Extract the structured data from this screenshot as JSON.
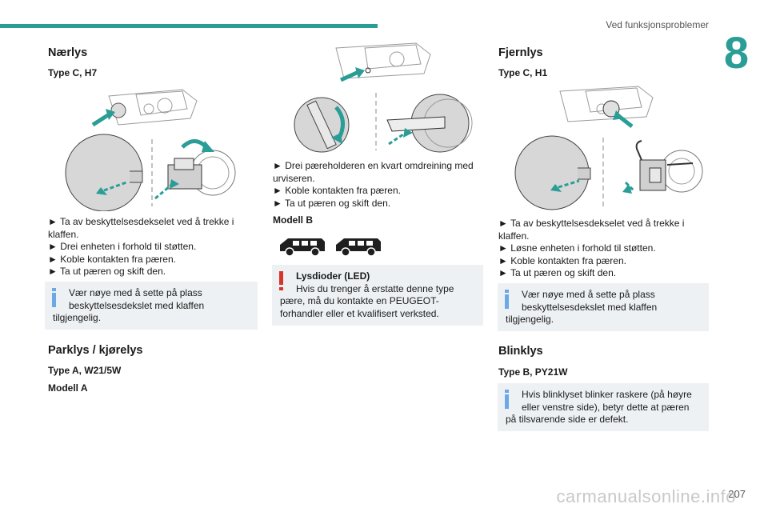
{
  "header": {
    "section_title": "Ved funksjonsproblemer",
    "chapter": "8",
    "page_number": "207"
  },
  "col1": {
    "heading_narlys": "Nærlys",
    "type_narlys": "Type C, H7",
    "steps": [
      "► Ta av beskyttelsesdekselet ved å trekke i",
      "klaffen.",
      "► Drei enheten i forhold til støtten.",
      "► Koble kontakten fra pæren.",
      "► Ta ut pæren og skift den."
    ],
    "note": [
      "Vær nøye med å sette på plass",
      "beskyttelsesdekslet med klaffen",
      "tilgjengelig."
    ],
    "heading_parklys": "Parklys / kjørelys",
    "type_parklys": "Type A, W21/5W",
    "model_a": "Modell A"
  },
  "col2": {
    "steps": [
      "► Drei pæreholderen en kvart omdreining med",
      "urviseren.",
      "► Koble kontakten fra pæren.",
      "► Ta ut pæren og skift den."
    ],
    "model_b": "Modell B",
    "warning": [
      "Lysdioder (LED)",
      "Hvis du trenger å erstatte denne type",
      "pære, må du kontakte en PEUGEOT-",
      "forhandler eller et kvalifisert verksted."
    ]
  },
  "col3": {
    "heading_fjernlys": "Fjernlys",
    "type_fjernlys": "Type C, H1",
    "steps": [
      "► Ta av beskyttelsesdekselet ved å trekke i",
      "klaffen.",
      "► Løsne enheten i forhold til støtten.",
      "► Koble kontakten fra pæren.",
      "► Ta ut pæren og skift den."
    ],
    "note": [
      "Vær nøye med å sette på plass",
      "beskyttelsesdekslet med klaffen",
      "tilgjengelig."
    ],
    "heading_blinklys": "Blinklys",
    "type_blinklys": "Type B, PY21W",
    "note2": [
      "Hvis blinklyset blinker raskere (på høyre",
      "eller venstre side), betyr dette at pæren",
      "på tilsvarende side er defekt."
    ]
  },
  "colors": {
    "accent": "#2a9d96",
    "note_bg": "#eef1f4",
    "info_icon": "#6ca7e6",
    "warning_icon": "#d9342b",
    "arrow": "#2a9d96"
  },
  "icons": [
    "info-icon",
    "warning-icon",
    "headlamp-illustration",
    "van-silhouette"
  ],
  "watermark": "carmanualsonline.info"
}
